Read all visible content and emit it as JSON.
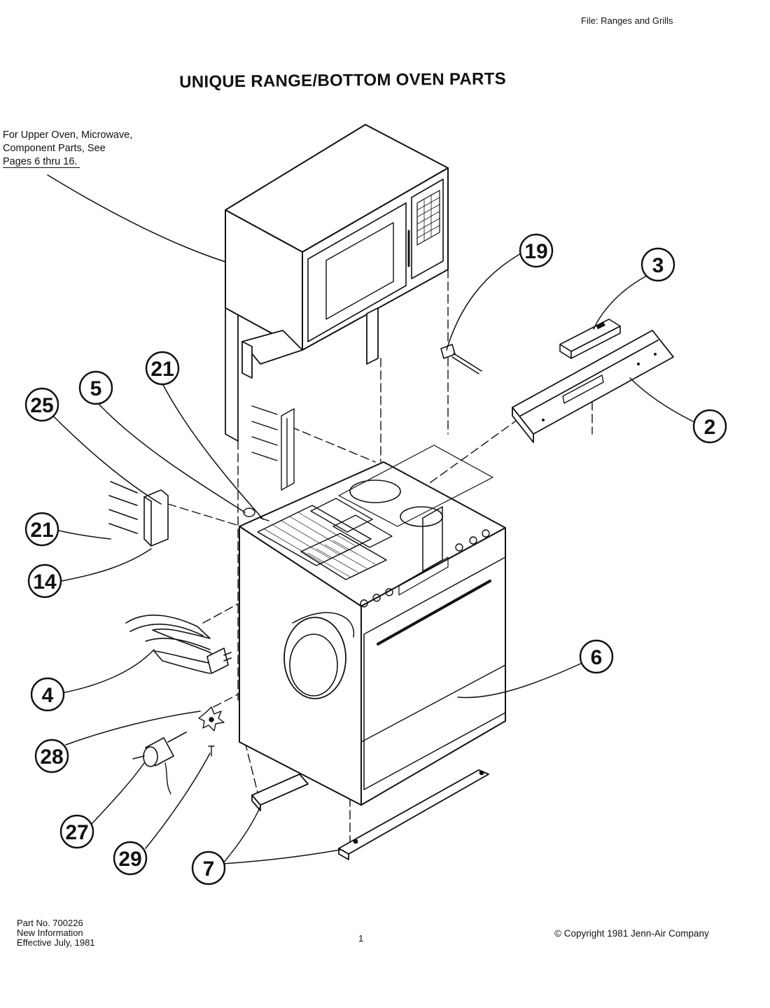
{
  "header": {
    "file_label": "File: Ranges and Grills",
    "title": "UNIQUE RANGE/BOTTOM OVEN PARTS"
  },
  "note": {
    "line1": "For Upper Oven, Microwave,",
    "line2": "Component Parts, See",
    "line3": "Pages 6 thru 16."
  },
  "callouts": {
    "c19": "19",
    "c3": "3",
    "c2": "2",
    "c21a": "21",
    "c5": "5",
    "c25": "25",
    "c21b": "21",
    "c14": "14",
    "c4": "4",
    "c6": "6",
    "c28": "28",
    "c27": "27",
    "c29": "29",
    "c7": "7"
  },
  "footer": {
    "part_no": "Part No. 700226",
    "info": "New Information",
    "effective": "Effective July, 1981",
    "page": "1",
    "copyright": "© Copyright 1981 Jenn-Air Company"
  }
}
